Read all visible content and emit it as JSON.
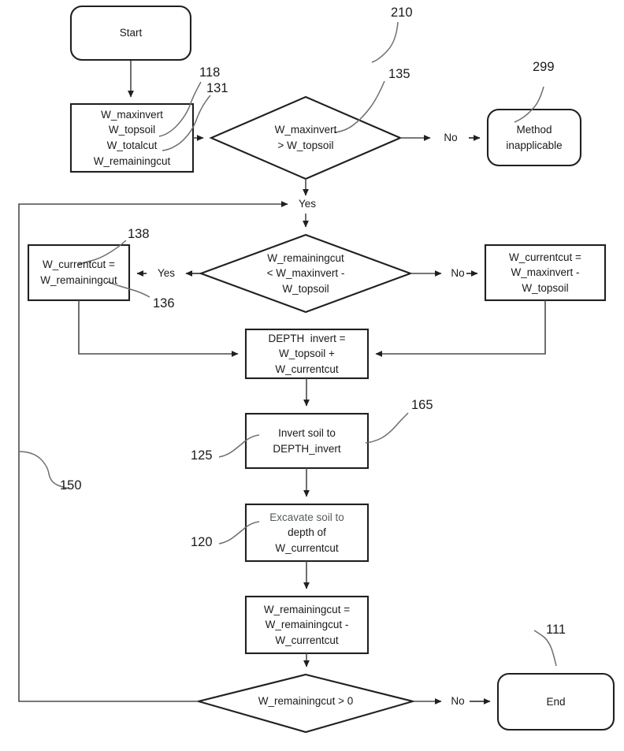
{
  "figure": {
    "kind": "patent-flowchart",
    "title": "Soil inversion and excavation method flowchart",
    "stroke_color": "#231f20",
    "thin_stroke_color": "#58595b",
    "background": "#ffffff"
  },
  "nodes": {
    "start": {
      "shape": "rounded-terminator",
      "lines": [
        "Start"
      ]
    },
    "inputs": {
      "shape": "process",
      "lines": [
        "W_maxinvert",
        "W_topsoil",
        "W_totalcut",
        "W_remainingcut"
      ]
    },
    "decision_applicable": {
      "shape": "decision",
      "lines": [
        "W_maxinvert",
        "> W_topsoil"
      ]
    },
    "method_inapplicable": {
      "shape": "rounded-terminator",
      "lines": [
        "Method",
        "inapplicable"
      ]
    },
    "decision_remaining": {
      "shape": "decision",
      "lines": [
        "W_remainingcut",
        "< W_maxinvert -",
        "W_topsoil"
      ]
    },
    "currentcut_remaining": {
      "shape": "process",
      "lines": [
        "W_currentcut =",
        "W_remainingcut"
      ]
    },
    "currentcut_maxinvert": {
      "shape": "process",
      "lines": [
        "W_currentcut =",
        "W_maxinvert -",
        "W_topsoil"
      ]
    },
    "depth_invert": {
      "shape": "process",
      "lines": [
        "DEPTH  invert =",
        "W_topsoil +",
        "W_currentcut"
      ]
    },
    "invert_soil": {
      "shape": "process",
      "lines": [
        "Invert soil to",
        "DEPTH_invert"
      ]
    },
    "excavate_soil": {
      "shape": "process",
      "lines": [
        "Excavate soil to",
        "depth of",
        "W_currentcut"
      ]
    },
    "update_remaining": {
      "shape": "process",
      "lines": [
        "W_remainingcut =",
        "W_remainingcut -",
        "W_currentcut"
      ]
    },
    "decision_loop": {
      "shape": "decision",
      "lines": [
        "W_remainingcut > 0"
      ]
    },
    "end": {
      "shape": "rounded-terminator",
      "lines": [
        "End"
      ]
    }
  },
  "edge_labels": {
    "no_applicable": "No",
    "yes_applicable": "Yes",
    "yes_remaining": "Yes",
    "no_remaining": "No",
    "no_loop": "No"
  },
  "reference_numerals": {
    "r210": "210",
    "r118": "118",
    "r131": "131",
    "r135": "135",
    "r299": "299",
    "r138": "138",
    "r136": "136",
    "r165": "165",
    "r125": "125",
    "r120": "120",
    "r150": "150",
    "r111": "111"
  }
}
